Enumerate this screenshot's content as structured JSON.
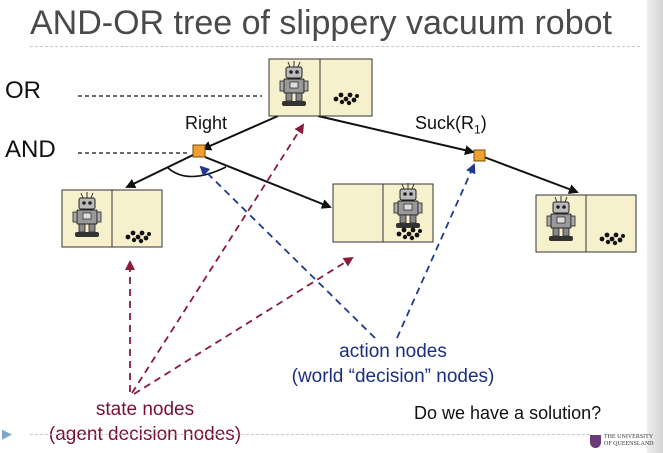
{
  "slide": {
    "title": "AND-OR tree of slippery vacuum robot",
    "question": "Do we have a solution?"
  },
  "levels": {
    "or_label": "OR",
    "and_label": "AND"
  },
  "actions": {
    "right": {
      "text": "Right"
    },
    "suck": {
      "text": "Suck(R",
      "subscript": "1",
      "close": ")"
    }
  },
  "annotations": {
    "action_nodes": {
      "line1": "action nodes",
      "line2": "(world “decision” nodes)",
      "color": "#1a2f80"
    },
    "state_nodes": {
      "line1": "state nodes",
      "line2": "(agent decision nodes)",
      "color": "#7a1030"
    }
  },
  "logo": {
    "line1": "THE UNIVERSITY",
    "line2": "OF QUEENSLAND"
  },
  "colors": {
    "state_box": "#f6f0cc",
    "action_node": "#f0a030",
    "state_arrow": "#8b1a3a",
    "action_arrow": "#1f3a8f",
    "tree_edge": "#111111"
  }
}
